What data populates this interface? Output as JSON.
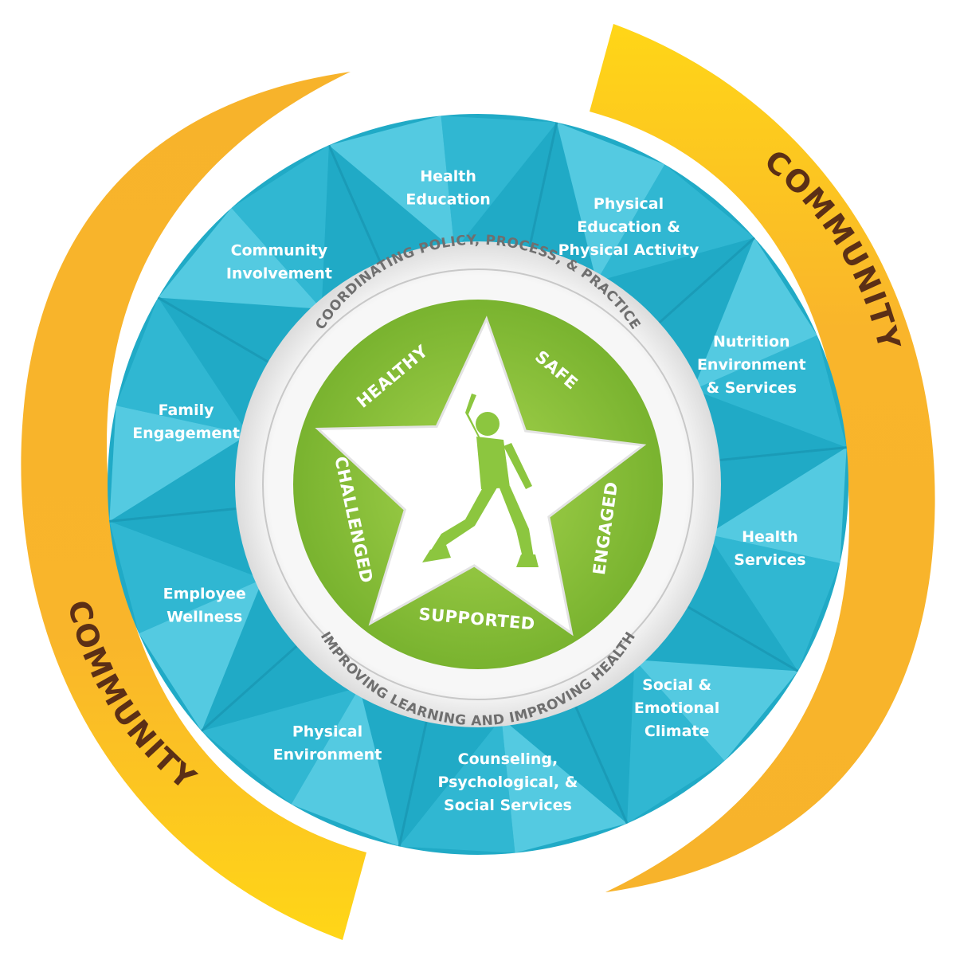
{
  "community": {
    "right_label": "COMMUNITY",
    "left_label": "COMMUNITY"
  },
  "components": [
    {
      "lines": [
        "Health",
        "Education"
      ]
    },
    {
      "lines": [
        "Physical",
        "Education &",
        "Physical Activity"
      ]
    },
    {
      "lines": [
        "Nutrition",
        "Environment",
        "& Services"
      ]
    },
    {
      "lines": [
        "Health",
        "Services"
      ]
    },
    {
      "lines": [
        "Social &",
        "Emotional",
        "Climate"
      ]
    },
    {
      "lines": [
        "Counseling,",
        "Psychological, &",
        "Social Services"
      ]
    },
    {
      "lines": [
        "Physical",
        "Environment"
      ]
    },
    {
      "lines": [
        "Employee",
        "Wellness"
      ]
    },
    {
      "lines": [
        "Family",
        "Engagement"
      ]
    },
    {
      "lines": [
        "Community",
        "Involvement"
      ]
    }
  ],
  "ring": {
    "top_text": "COORDINATING POLICY, PROCESS, & PRACTICE",
    "bottom_text": "IMPROVING LEARNING AND IMPROVING HEALTH"
  },
  "values": {
    "healthy": "HEALTHY",
    "safe": "SAFE",
    "engaged": "ENGAGED",
    "supported": "SUPPORTED",
    "challenged": "CHALLENGED"
  },
  "colors": {
    "community_band": "#f9b52b",
    "community_band_light": "#ffd617",
    "community_text": "#5b2f16",
    "wheel_dark": "#20aac6",
    "wheel_light": "#7fe3f7",
    "ring_gray": "#e6e6e6",
    "ring_text": "#6f6f6f",
    "center_green": "#8cc63f",
    "center_green_dark": "#6aa52a"
  }
}
